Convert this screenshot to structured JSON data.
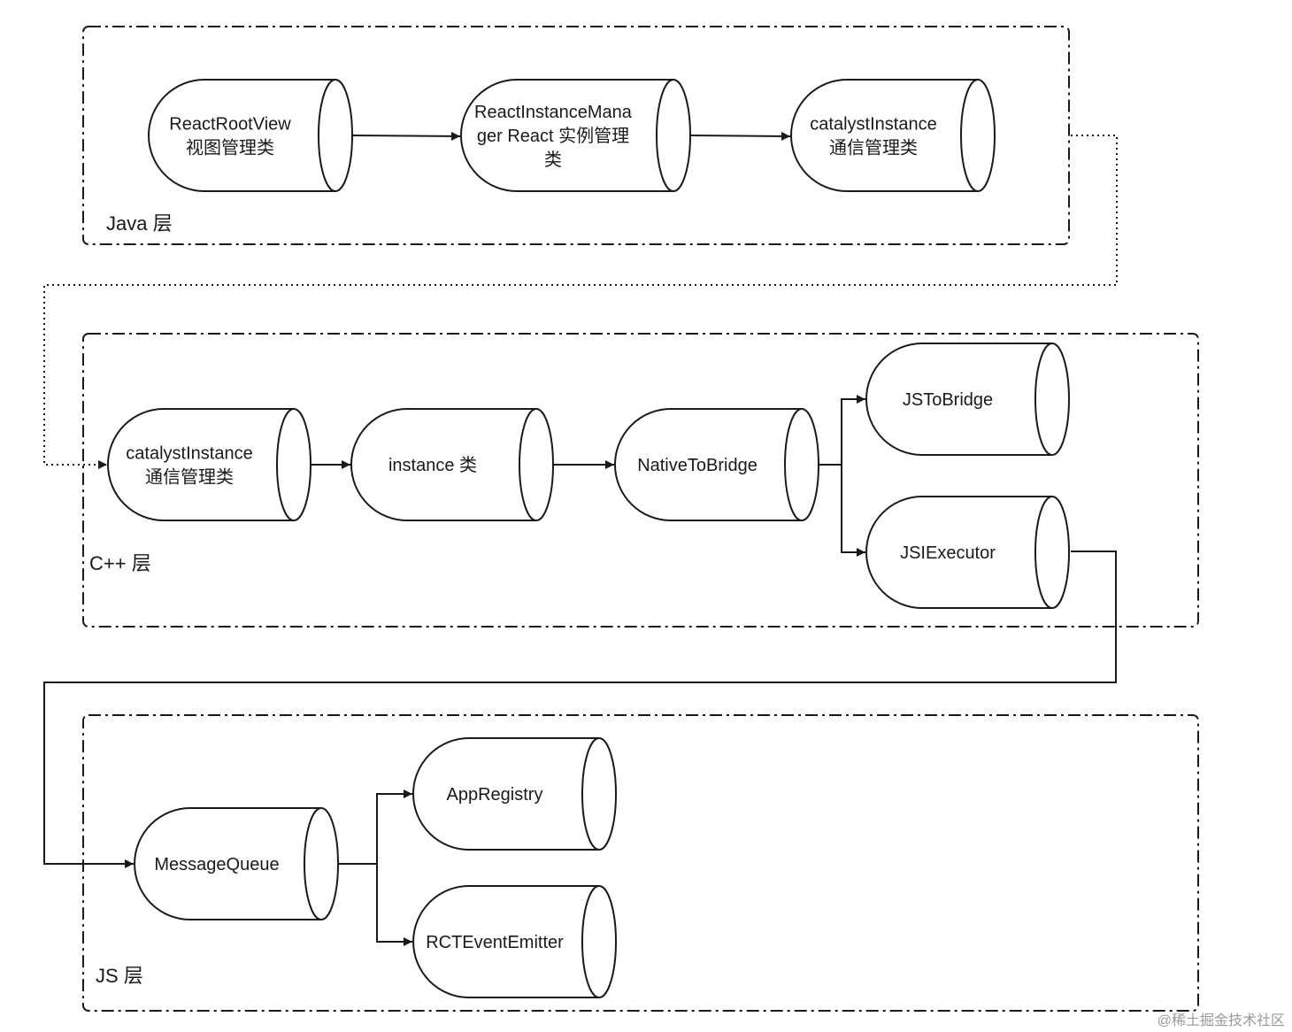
{
  "layers": {
    "java": {
      "label": "Java 层"
    },
    "cpp": {
      "label": "C++ 层"
    },
    "js": {
      "label": "JS 层"
    }
  },
  "nodes": {
    "react_root_view": {
      "lines": [
        "ReactRootView",
        "视图管理类"
      ]
    },
    "react_instance_manager": {
      "lines": [
        "ReactInstanceMana",
        "ger React 实例管理",
        "类"
      ]
    },
    "catalyst_java": {
      "lines": [
        "catalystInstance",
        "通信管理类"
      ]
    },
    "catalyst_cpp": {
      "lines": [
        "catalystInstance",
        "通信管理类"
      ]
    },
    "instance": {
      "lines": [
        "instance 类"
      ]
    },
    "native_to_bridge": {
      "lines": [
        "NativeToBridge"
      ]
    },
    "js_to_bridge": {
      "lines": [
        "JSToBridge"
      ]
    },
    "jsi_executor": {
      "lines": [
        "JSIExecutor"
      ]
    },
    "message_queue": {
      "lines": [
        "MessageQueue"
      ]
    },
    "app_registry": {
      "lines": [
        "AppRegistry"
      ]
    },
    "rct_event_emitter": {
      "lines": [
        "RCTEventEmitter"
      ]
    }
  },
  "edges": [
    {
      "from": "react_root_view",
      "to": "react_instance_manager",
      "style": "solid"
    },
    {
      "from": "react_instance_manager",
      "to": "catalyst_java",
      "style": "solid"
    },
    {
      "from": "catalyst_java",
      "to": "catalyst_cpp",
      "style": "dotted"
    },
    {
      "from": "catalyst_cpp",
      "to": "instance",
      "style": "solid"
    },
    {
      "from": "instance",
      "to": "native_to_bridge",
      "style": "solid"
    },
    {
      "from": "native_to_bridge",
      "to": "js_to_bridge",
      "style": "solid"
    },
    {
      "from": "native_to_bridge",
      "to": "jsi_executor",
      "style": "solid"
    },
    {
      "from": "jsi_executor",
      "to": "message_queue",
      "style": "solid"
    },
    {
      "from": "message_queue",
      "to": "app_registry",
      "style": "solid"
    },
    {
      "from": "message_queue",
      "to": "rct_event_emitter",
      "style": "solid"
    }
  ],
  "watermark": "@稀土掘金技术社区"
}
